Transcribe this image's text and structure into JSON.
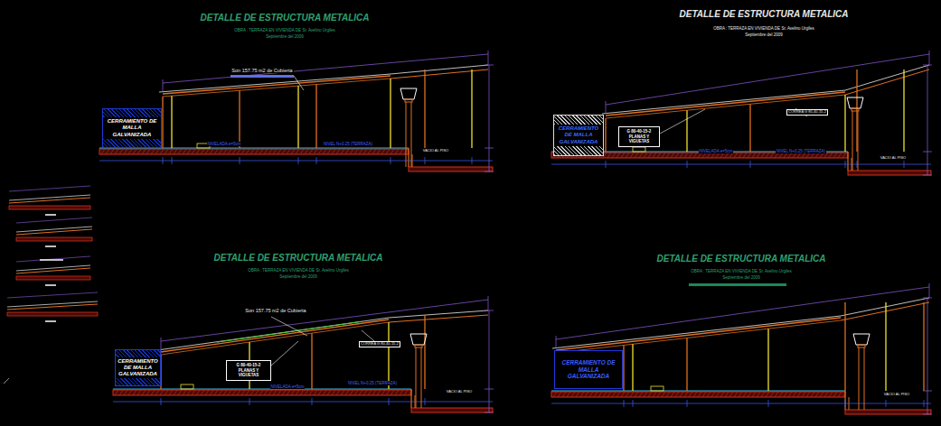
{
  "diagram": {
    "title": "DETALLE DE ESTRUCTURA METALICA",
    "nodes": [
      {
        "text": [
          "CERRAMIENTO DE MALLA GALVANIZADA"
        ]
      },
      {
        "text": [
          "CERRAMIENTO DE MALLA GALVANIZADA"
        ]
      },
      {
        "text": [
          "G 80-40-15-2 PLANAS Y VIGUETAS"
        ]
      },
      {
        "text": [
          "CERRAMIENTO DE MALLA GALVANIZADA"
        ]
      },
      {
        "text": [
          "G 80-40-15-2 PLANAS Y VIGUETAS"
        ]
      },
      {
        "text": [
          "CERRAMIENTO DE MALLA GALVANIZADA"
        ]
      }
    ],
    "labels": [
      "OBRA : TERRAZA EN VIVIENDA DE Sr. Avelino Urgiles",
      "Septiembre del 2009",
      "Son 157.75 m2 de Cubierta",
      "NIVELADA e=5cm",
      "NIVEL N+0.25 (TERRAZA)",
      "VACIO AL PISO",
      "DETALLE DE ESTRUCTURA METALICA",
      "OBRA : TERRAZA EN VIVIENDA DE Sr. Avelino Urgiles",
      "Septiembre del 2009",
      "CORREA G 80-40-15-2",
      "NIVELADA e=5cm",
      "NIVEL N+0.25 (TERRAZA)",
      "VACIO AL PISO",
      "DETALLE DE ESTRUCTURA METALICA",
      "OBRA : TERRAZA EN VIVIENDA DE Sr. Avelino Urgiles",
      "Septiembre del 2009",
      "Son 157.75 m2 de Cubierta",
      "CORREA G 80-40-15-2",
      "NIVELADA e=5cm",
      "NIVEL N+0.25 (TERRAZA)",
      "VACIO AL PISO",
      "DETALLE DE ESTRUCTURA METALICA",
      "OBRA : TERRAZA EN VIVIENDA DE Sr. Avelino Urgiles",
      "Septiembre del 2009",
      "VACIO AL PISO"
    ]
  }
}
